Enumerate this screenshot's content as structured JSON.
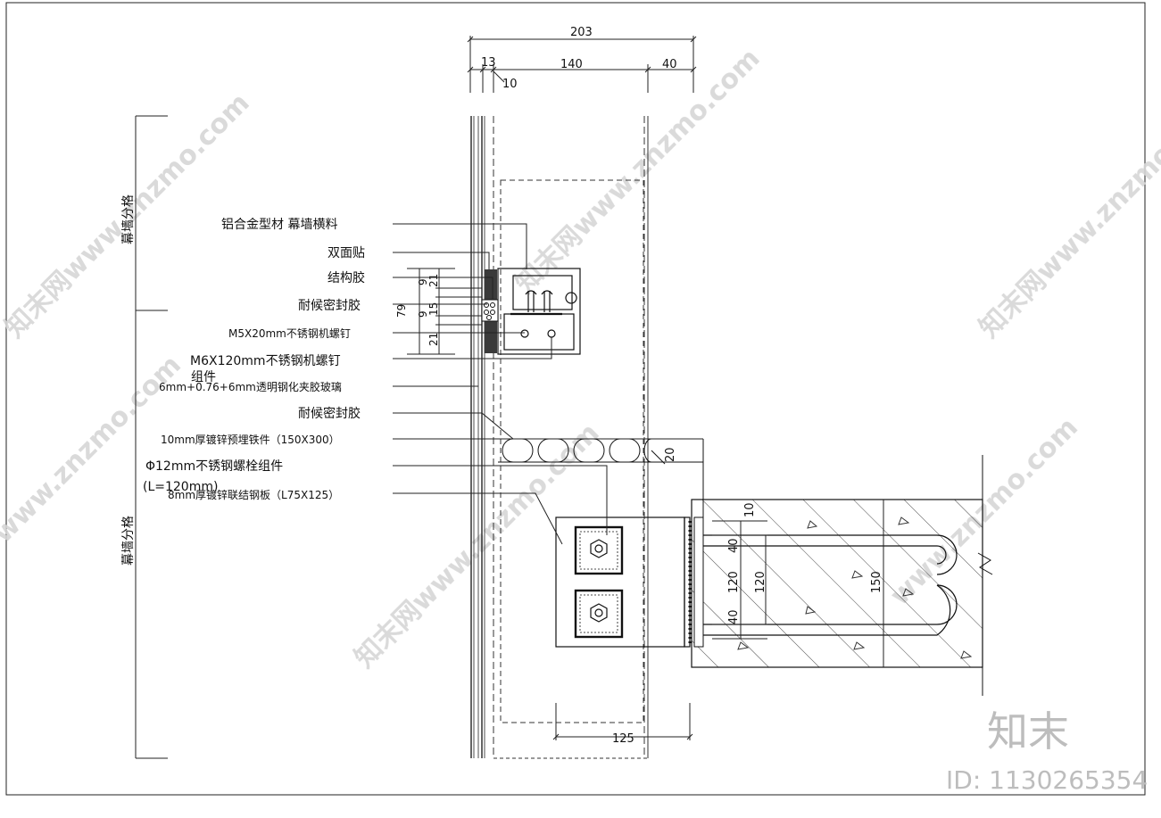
{
  "dimensions": {
    "overall": "203",
    "left_a": "13",
    "left_b": "10",
    "middle": "140",
    "right": "40",
    "bracket_width": "125",
    "v_21a": "21",
    "v_9a": "9",
    "v_15": "15",
    "v_9b": "9",
    "v_21b": "21",
    "v_79": "79",
    "v_20": "20",
    "v_10": "10",
    "v_40a": "40",
    "v_120a": "120",
    "v_40b": "40",
    "v_120b": "120",
    "v_150": "150"
  },
  "side_labels": {
    "upper": "幕墙分格",
    "lower": "幕墙分格"
  },
  "callouts": [
    "铝合金型材   幕墙横料",
    "双面贴",
    "结构胶",
    "耐候密封胶",
    "M5X20mm不锈钢机螺钉",
    "M6X120mm不锈钢机螺钉",
    "组件",
    "6mm+0.76+6mm透明钢化夹胶玻璃",
    "耐候密封胶",
    "10mm厚镀锌预埋铁件（150X300）",
    "Φ12mm不锈钢螺栓组件",
    "(L=120mm)",
    "8mm厚镀锌联结钢板（L75X125）"
  ],
  "watermarks": {
    "site": "知末网www.znzmo.com",
    "site_short": "www.znzmo.com",
    "brand": "知末",
    "id": "ID: 1130265354"
  }
}
